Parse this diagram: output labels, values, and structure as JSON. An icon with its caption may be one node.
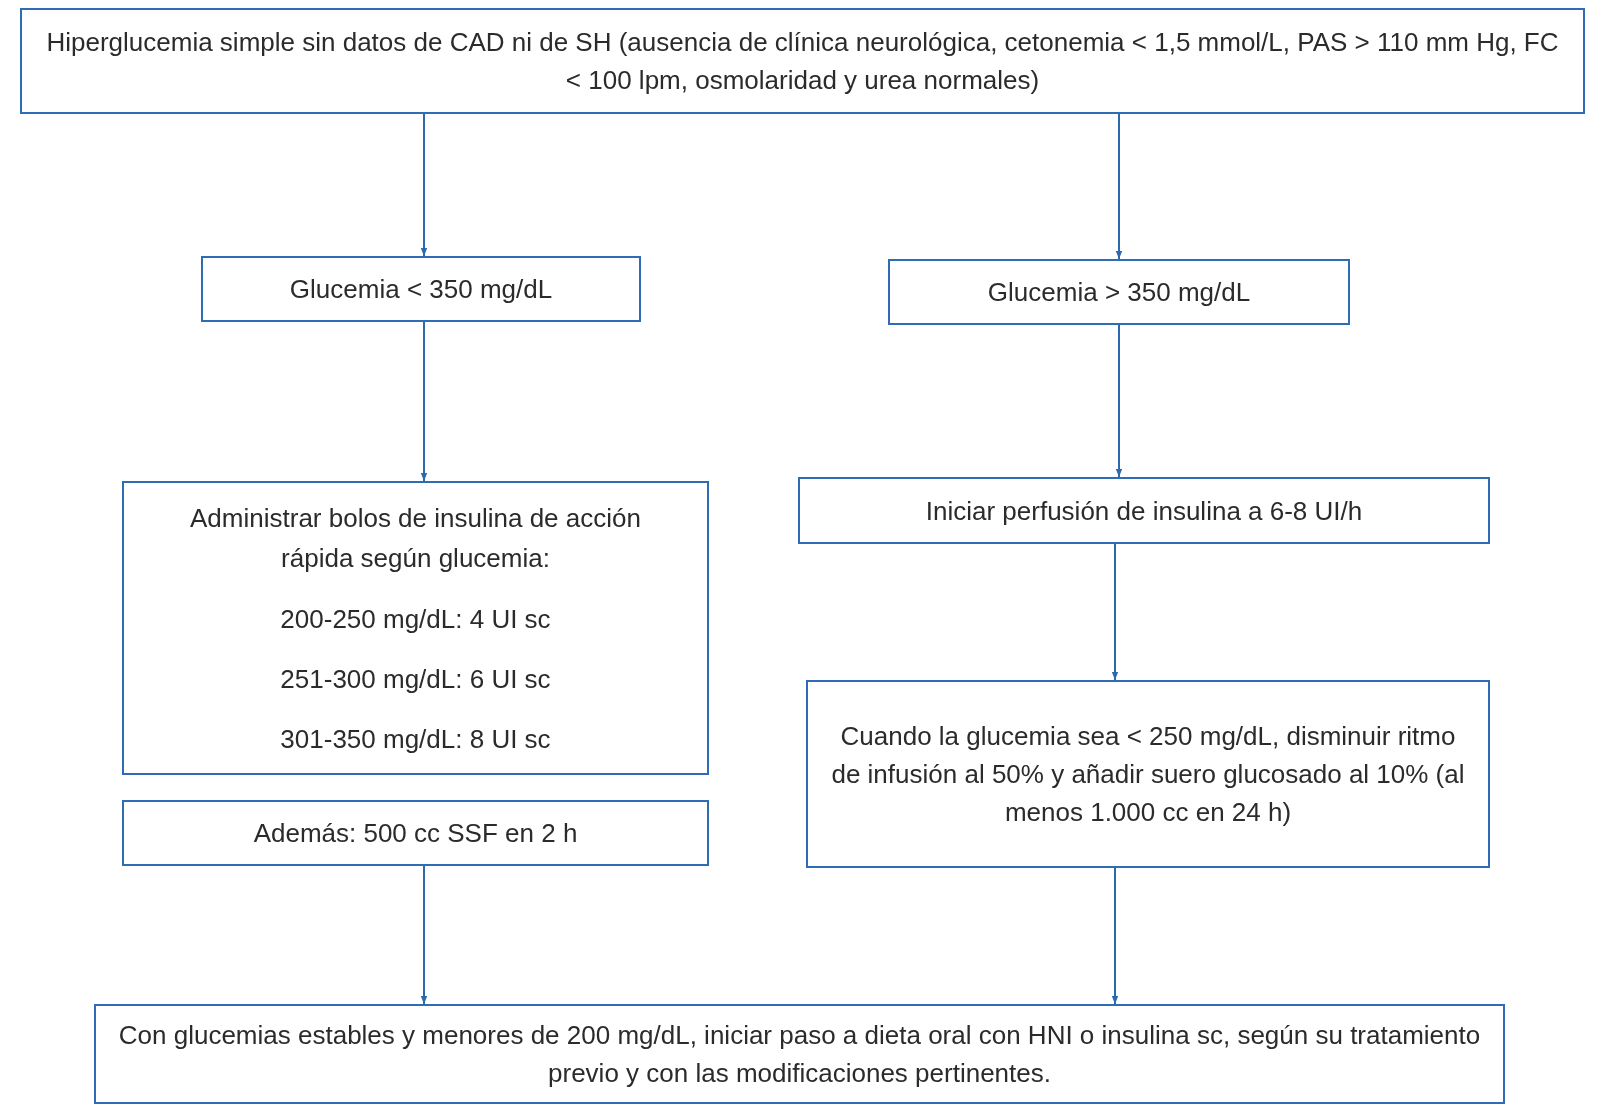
{
  "diagram": {
    "nodes": [
      {
        "text": [
          "Hiperglucemia simple sin datos de CAD ni de SH (ausencia de clínica neurológica, cetonemia < 1,5 mmol/L, PAS > 110 mm Hg, FC < 100 lpm, osmolaridad y urea normales)"
        ]
      },
      {
        "text": [
          "Glucemia < 350 mg/dL"
        ]
      },
      {
        "text": [
          "Glucemia > 350 mg/dL"
        ]
      },
      {
        "text": [
          "Administrar bolos de insulina de acción rápida según glucemia:",
          "200-250 mg/dL: 4 UI sc",
          "251-300 mg/dL: 6 UI sc",
          "301-350 mg/dL: 8 UI sc"
        ]
      },
      {
        "text": [
          "Además: 500 cc SSF en 2 h"
        ]
      },
      {
        "text": [
          "Iniciar perfusión de insulina a 6-8 UI/h"
        ]
      },
      {
        "text": [
          "Cuando la glucemia sea < 250 mg/dL, disminuir ritmo de infusión al 50% y añadir suero glucosado al 10% (al menos 1.000 cc en 24 h)"
        ]
      },
      {
        "text": [
          "Con glucemias estables y menores de 200 mg/dL, iniciar paso a dieta oral con HNI o insulina sc, según su tratamiento previo y con las modificaciones pertinentes."
        ]
      }
    ],
    "edges": [
      {
        "from": 0,
        "to": 1,
        "arrow": "to"
      },
      {
        "from": 0,
        "to": 2,
        "arrow": "to"
      },
      {
        "from": 1,
        "to": 3,
        "arrow": "to"
      },
      {
        "from": 2,
        "to": 5,
        "arrow": "to"
      },
      {
        "from": 5,
        "to": 6,
        "arrow": "to"
      },
      {
        "from": 4,
        "to": 7,
        "arrow": "to"
      },
      {
        "from": 6,
        "to": 7,
        "arrow": "to"
      }
    ]
  }
}
